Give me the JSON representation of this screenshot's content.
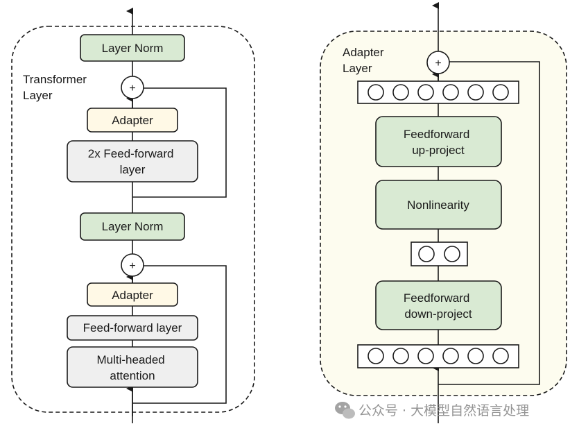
{
  "transformer": {
    "label": [
      "Transformer",
      "Layer"
    ],
    "layer_norm_top": "Layer Norm",
    "adapter_top": "Adapter",
    "ffn_2x": [
      "2x Feed-forward",
      "layer"
    ],
    "layer_norm_mid": "Layer Norm",
    "adapter_bottom": "Adapter",
    "ffn": "Feed-forward layer",
    "attention": [
      "Multi-headed",
      "attention"
    ],
    "plus": "+"
  },
  "adapter": {
    "label": [
      "Adapter",
      "Layer"
    ],
    "up_project": [
      "Feedforward",
      "up-project"
    ],
    "nonlinearity": "Nonlinearity",
    "down_project": [
      "Feedforward",
      "down-project"
    ],
    "plus": "+"
  },
  "watermark": "公众号 · 大模型自然语言处理",
  "colors": {
    "layer_norm_fill": "#d9ead3",
    "adapter_fill": "#fff9e6",
    "ffn_fill": "#efefef",
    "adapter_bg": "#fdfcef",
    "stroke": "#1a1a1a"
  }
}
